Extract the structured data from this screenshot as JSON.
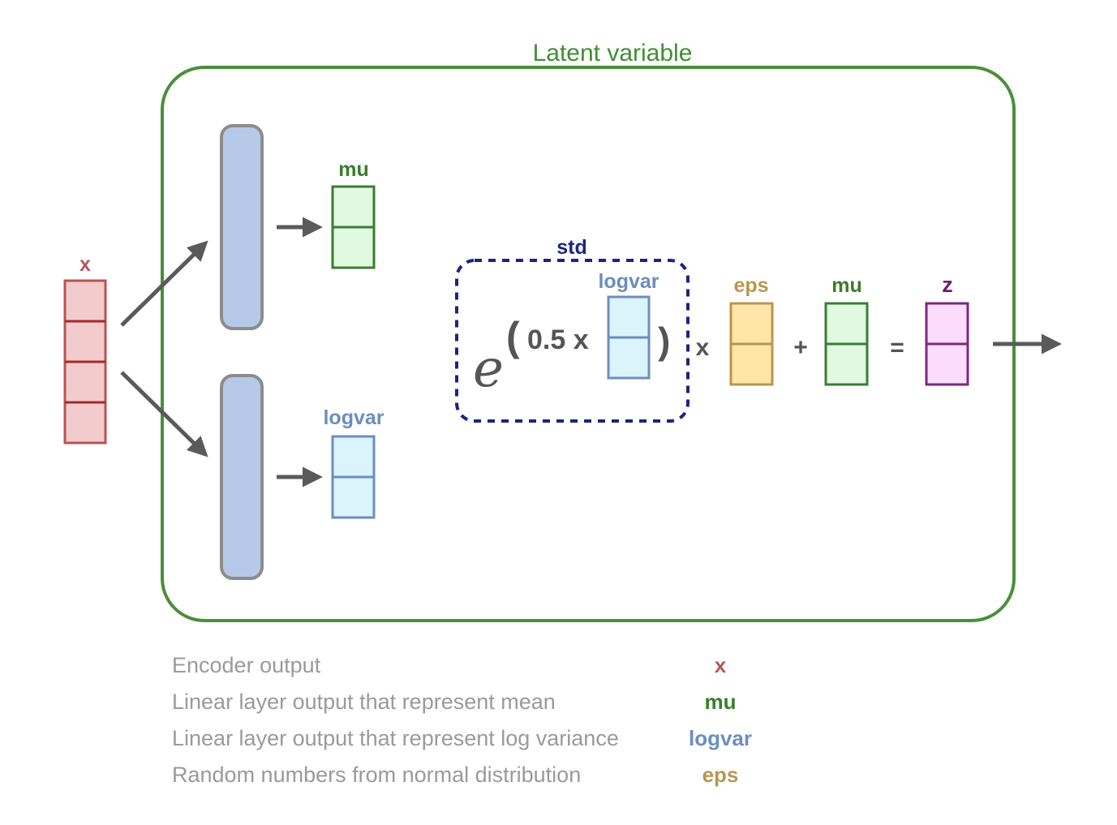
{
  "title": "Latent variable",
  "labels": {
    "x": "x",
    "mu_top": "mu",
    "logvar_left": "logvar",
    "std": "std",
    "logvar_inner": "logvar",
    "eps": "eps",
    "mu_right": "mu",
    "z": "z"
  },
  "formula": {
    "base": "e",
    "open_paren": "(",
    "coefficient": "0.5 x",
    "close_paren": ")",
    "times": "x",
    "plus": "+",
    "equals": "="
  },
  "legend": [
    {
      "description": "Encoder output",
      "symbol": "x",
      "color": "#b5575e"
    },
    {
      "description": "Linear layer output that represent mean",
      "symbol": "mu",
      "color": "#3a7d2b"
    },
    {
      "description": "Linear layer output that represent log variance",
      "symbol": "logvar",
      "color": "#6c8ebf"
    },
    {
      "description": "Random numbers from normal distribution",
      "symbol": "eps",
      "color": "#b8964f"
    }
  ],
  "colors": {
    "container": "#4a8f3a",
    "x_fill": "#f2cccc",
    "x_stroke": "#b85450",
    "x_line": "#a52a2a",
    "layer_fill": "#b7c9e8",
    "layer_stroke": "#8c8c8c",
    "mu_fill": "#e0f9e0",
    "mu_stroke": "#3a7d34",
    "logvar_fill": "#dbf3fb",
    "logvar_stroke": "#6c8ebf",
    "eps_fill": "#ffe6a8",
    "eps_stroke": "#b8964f",
    "z_fill": "#fcdcfc",
    "z_stroke": "#7a2a7a",
    "std_dash": "#1a2580",
    "arrow": "#5a5a5a"
  }
}
